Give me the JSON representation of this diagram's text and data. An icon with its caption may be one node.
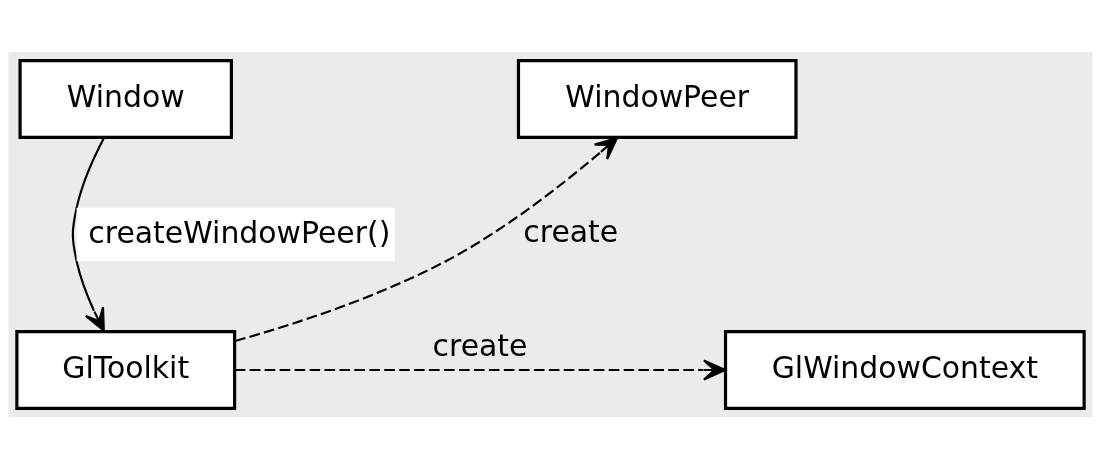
{
  "diagram": {
    "nodes": [
      {
        "text": [
          "Window"
        ]
      },
      {
        "text": [
          "WindowPeer"
        ]
      },
      {
        "text": [
          "GlToolkit"
        ]
      },
      {
        "text": [
          "GlWindowContext"
        ]
      }
    ],
    "edges": [
      {
        "from": 0,
        "to": 2,
        "arrow": "to",
        "label": "createWindowPeer()"
      },
      {
        "from": 2,
        "to": 1,
        "arrow": "to",
        "label": "create",
        "style": "dashed"
      },
      {
        "from": 2,
        "to": 3,
        "arrow": "to",
        "label": "create",
        "style": "dashed"
      }
    ]
  }
}
